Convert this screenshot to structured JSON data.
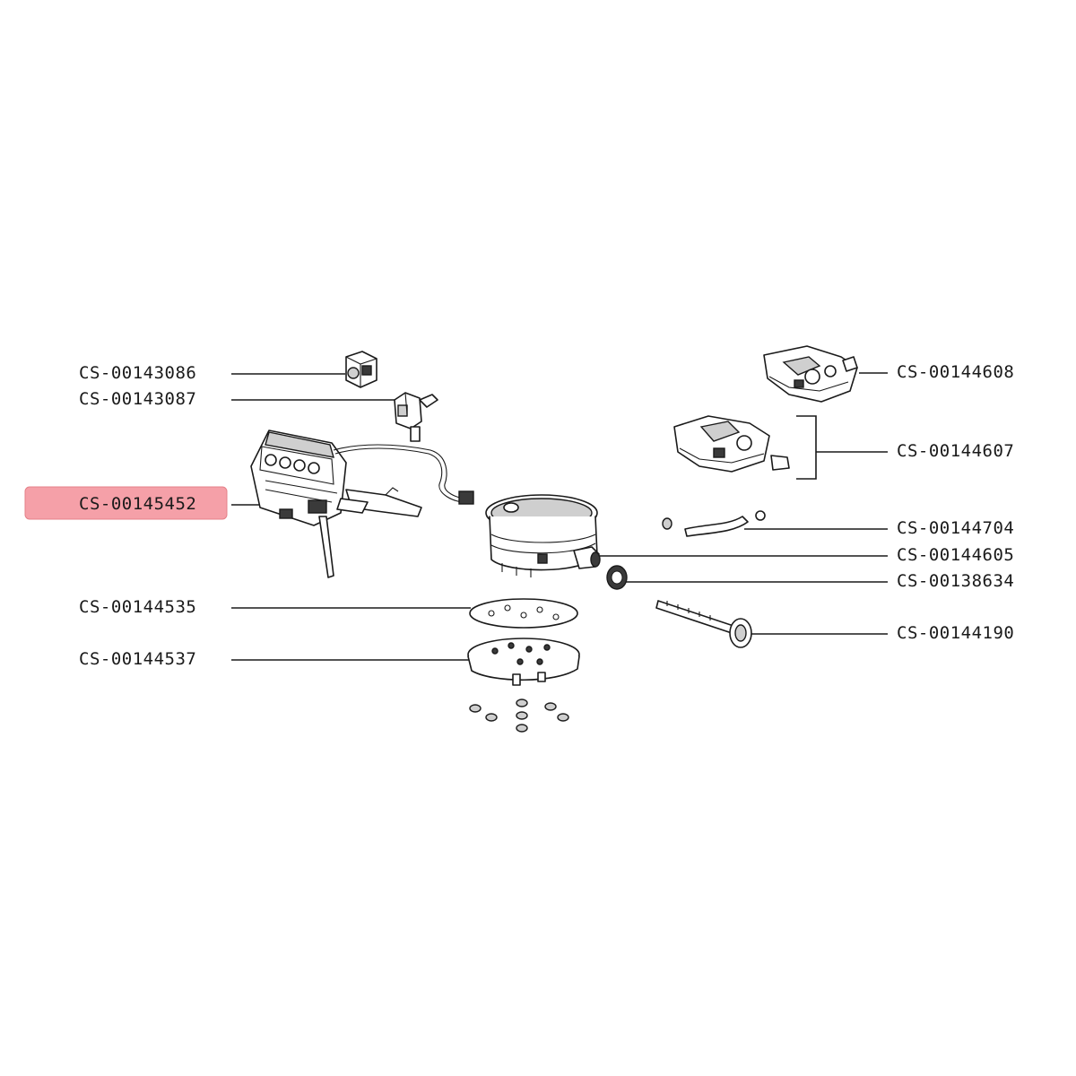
{
  "diagram": {
    "highlight": "#f5a0a8",
    "line_color": "#1a1a1a",
    "labels": [
      {
        "id": "l1",
        "text": "CS-00143086",
        "side": "left"
      },
      {
        "id": "l2",
        "text": "CS-00143087",
        "side": "left"
      },
      {
        "id": "l3",
        "text": "CS-00145452",
        "side": "left",
        "highlighted": true
      },
      {
        "id": "l4",
        "text": "CS-00144535",
        "side": "left"
      },
      {
        "id": "l5",
        "text": "CS-00144537",
        "side": "left"
      },
      {
        "id": "r1",
        "text": "CS-00144608",
        "side": "right"
      },
      {
        "id": "r2",
        "text": "CS-00144607",
        "side": "right"
      },
      {
        "id": "r3",
        "text": "CS-00144704",
        "side": "right"
      },
      {
        "id": "r4",
        "text": "CS-00144605",
        "side": "right"
      },
      {
        "id": "r5",
        "text": "CS-00138634",
        "side": "right"
      },
      {
        "id": "r6",
        "text": "CS-00144190",
        "side": "right"
      }
    ]
  }
}
